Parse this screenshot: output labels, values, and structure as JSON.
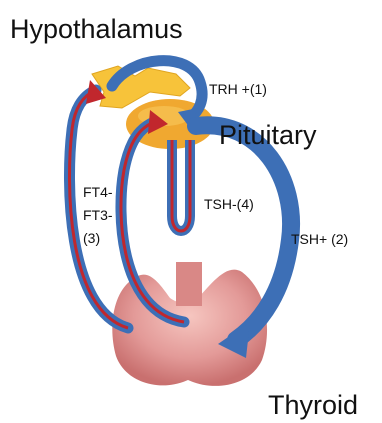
{
  "labels": {
    "hypothalamus": "Hypothalamus",
    "pituitary": "Pituitary",
    "thyroid": "Thyroid",
    "trh": "TRH +(1)",
    "tsh_minus": "TSH-(4)",
    "tsh_plus": "TSH+ (2)",
    "ft4": "FT4-",
    "ft3": "FT3-",
    "ft_num": "(3)"
  },
  "colors": {
    "arrow_blue": "#3d6fb6",
    "arrow_red": "#c1272d",
    "hypothalamus_yellow": "#f7c33a",
    "pituitary_orange": "#f0a830",
    "thyroid_pink": "#e8a3a3"
  }
}
